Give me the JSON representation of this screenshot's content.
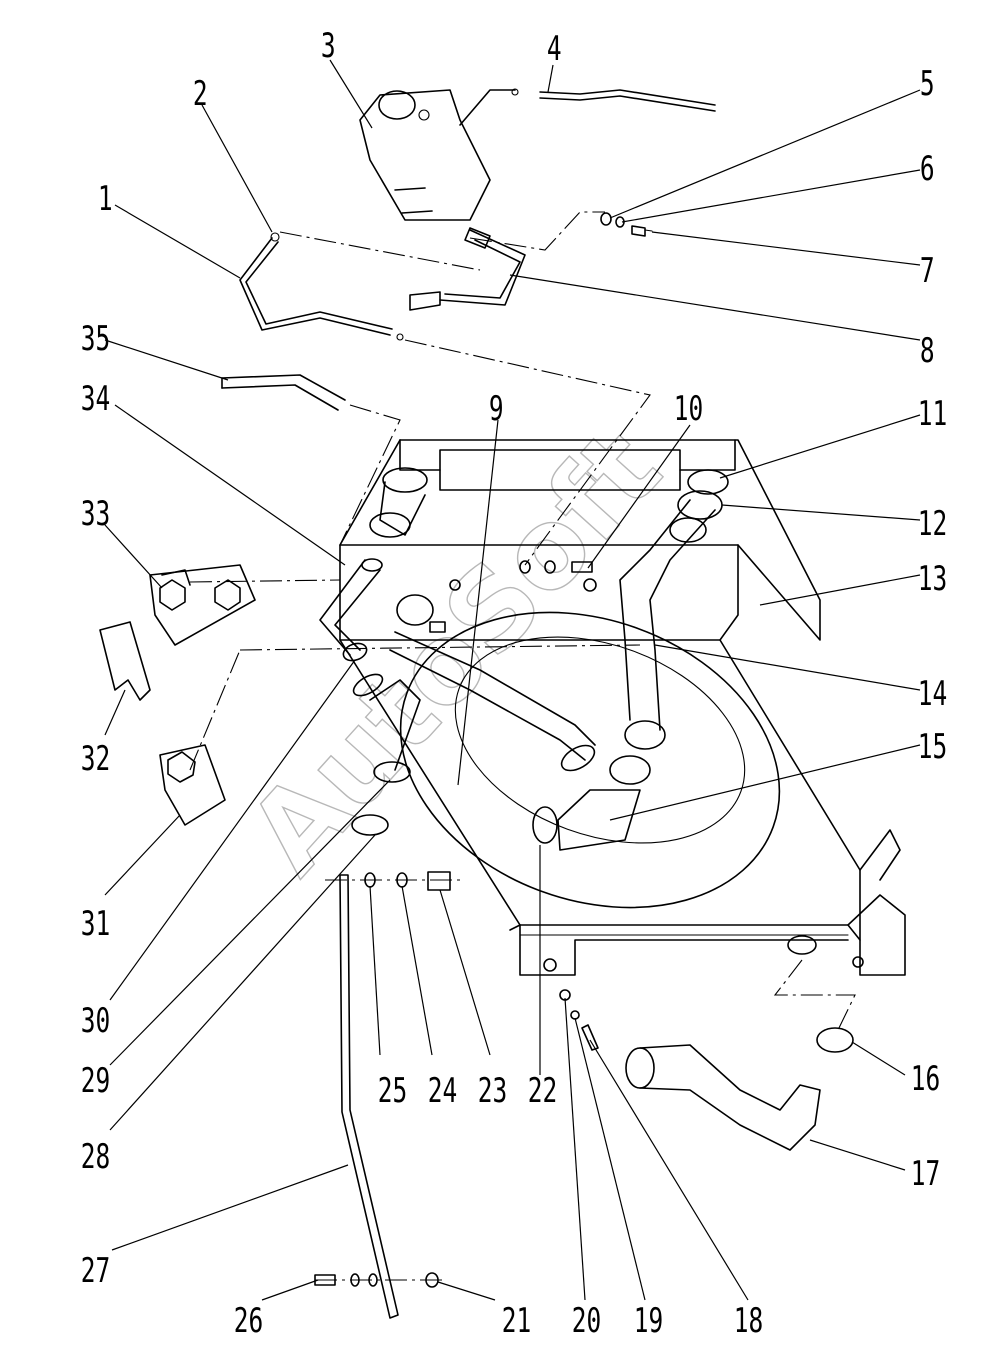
{
  "watermark": "AutoSoft",
  "callouts": [
    "1",
    "2",
    "3",
    "4",
    "5",
    "6",
    "7",
    "8",
    "9",
    "10",
    "11",
    "12",
    "13",
    "14",
    "15",
    "16",
    "17",
    "18",
    "19",
    "20",
    "21",
    "22",
    "23",
    "24",
    "25",
    "26",
    "27",
    "28",
    "29",
    "30",
    "31",
    "32",
    "33",
    "34",
    "35"
  ]
}
